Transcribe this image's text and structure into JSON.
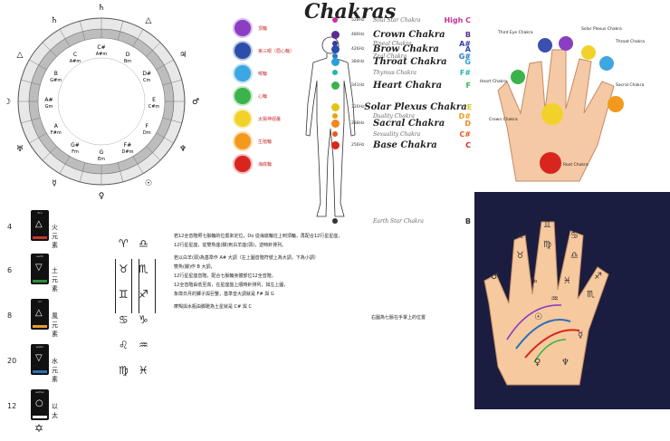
{
  "wheel": {
    "outer_glyphs": [
      "♄",
      "△",
      "♃",
      "♂",
      "♆",
      "☉",
      "♀",
      "☿",
      "♅",
      "☽",
      "△",
      "♄"
    ],
    "inner_labels": [
      {
        "note": "C",
        "alt": "A#m"
      },
      {
        "note": "C#",
        "alt": "A#m"
      },
      {
        "note": "D",
        "alt": "Bm"
      },
      {
        "note": "D#",
        "alt": "Cm"
      },
      {
        "note": "E",
        "alt": "C#m"
      },
      {
        "note": "F",
        "alt": "Dm"
      },
      {
        "note": "F#",
        "alt": "D#m"
      },
      {
        "note": "G",
        "alt": "Em"
      },
      {
        "note": "G#",
        "alt": "Fm"
      },
      {
        "note": "A",
        "alt": "F#m"
      },
      {
        "note": "A#",
        "alt": "Gm"
      },
      {
        "note": "B",
        "alt": "G#m"
      }
    ]
  },
  "chakra_stack": {
    "labels": [
      "頂輪",
      "第三眼（眉心輪）",
      "喉輪",
      "心輪",
      "太陽神經叢",
      "生殖輪",
      "海底輪"
    ],
    "colors": [
      "#8a3fc2",
      "#2c4ea8",
      "#3ea6e0",
      "#3bb34a",
      "#f2d22a",
      "#f39a1e",
      "#d8261f"
    ]
  },
  "body_panel": {
    "title": "Chakras",
    "rows": [
      {
        "freq": "528Hz",
        "name": "Soul Star Chakra",
        "note": "High C",
        "color": "#c4339c",
        "size": "small"
      },
      {
        "freq": "480Hz",
        "name": "Crown Chakra",
        "note": "B",
        "color": "#5a2d91",
        "size": "big"
      },
      {
        "freq": "",
        "name": "Pineal Chakra",
        "note": "A#",
        "color": "#3a3aa8",
        "size": "small"
      },
      {
        "freq": "426Hz",
        "name": "Brow Chakra",
        "note": "A",
        "color": "#2c4ea8",
        "size": "big"
      },
      {
        "freq": "",
        "name": "Zeal Chakra",
        "note": "G#",
        "color": "#2c7bc8",
        "size": "small"
      },
      {
        "freq": "384Hz",
        "name": "Throat Chakra",
        "note": "G",
        "color": "#2aa0d8",
        "size": "big"
      },
      {
        "freq": "",
        "name": "Thymus Chakra",
        "note": "F#",
        "color": "#2ab5a8",
        "size": "small"
      },
      {
        "freq": "341Hz",
        "name": "Heart Chakra",
        "note": "F",
        "color": "#3bb34a",
        "size": "big"
      },
      {
        "freq": "320Hz",
        "name": "Solar Plexus Chakra",
        "note": "E",
        "color": "#e2c51a",
        "size": "big"
      },
      {
        "freq": "",
        "name": "Duality Chakra",
        "note": "D#",
        "color": "#e8a21e",
        "size": "small"
      },
      {
        "freq": "288Hz",
        "name": "Sacral Chakra",
        "note": "D",
        "color": "#f0881e",
        "size": "big"
      },
      {
        "freq": "",
        "name": "Sexuality Chakra",
        "note": "C#",
        "color": "#e85a1e",
        "size": "small"
      },
      {
        "freq": "256Hz",
        "name": "Base Chakra",
        "note": "C",
        "color": "#d8261f",
        "size": "big"
      },
      {
        "freq": "",
        "name": "Earth Star Chakra",
        "note": "B",
        "color": "#333333",
        "size": "small"
      }
    ]
  },
  "hand_top": {
    "labels": [
      "Third Eye Chakra",
      "Solar Plexus Chakra",
      "Throat Chakra",
      "Heart Chakra",
      "Sacral Chakra",
      "Crown Chakra",
      "Root Chakra"
    ]
  },
  "elements": [
    {
      "num": "4",
      "name": "fire",
      "label": "火元素",
      "bar": "#c0392b"
    },
    {
      "num": "6",
      "name": "earth",
      "label": "土元素",
      "bar": "#2e8b3a"
    },
    {
      "num": "8",
      "name": "air",
      "label": "風元素",
      "bar": "#e0a030"
    },
    {
      "num": "20",
      "name": "water",
      "label": "水元素",
      "bar": "#2a6fb8"
    },
    {
      "num": "12",
      "name": "aether",
      "label": "以太",
      "bar": "#eeeeee"
    }
  ],
  "text_block": {
    "lines": [
      "若12全音階照七脈輪的位置來定位，Do 從海底輪往上到頂輪，再配合12行星星座，",
      "12行星星座，從雙魚座(腳)到白羊座(頭)，逆時針排列。",
      "若以白羊(頭)為基準作 A# 大調（左上圖音階符號上為大調，下為小調）",
      "雙魚(腳)作 B 大調，",
      "12行星星座音階，配合七脈輪身體部位12全音階，",
      "12全音階由低至高，在星座盤上順時針排列，如左上圖，",
      "象徵日月的獅子與巨蟹，基準音大調就是 F# 與 G",
      "摩羯與水瓶由脚蹬為土星就是 C# 與 C"
    ],
    "caption": "右圖為七脈在手掌上的位置"
  },
  "zodiac_column": {
    "left_glyphs": [
      "♈",
      "♉",
      "♊",
      "♋",
      "♌",
      "♍"
    ],
    "right_glyphs": [
      "♎",
      "♏",
      "♐",
      "♑",
      "♒",
      "♓"
    ]
  }
}
